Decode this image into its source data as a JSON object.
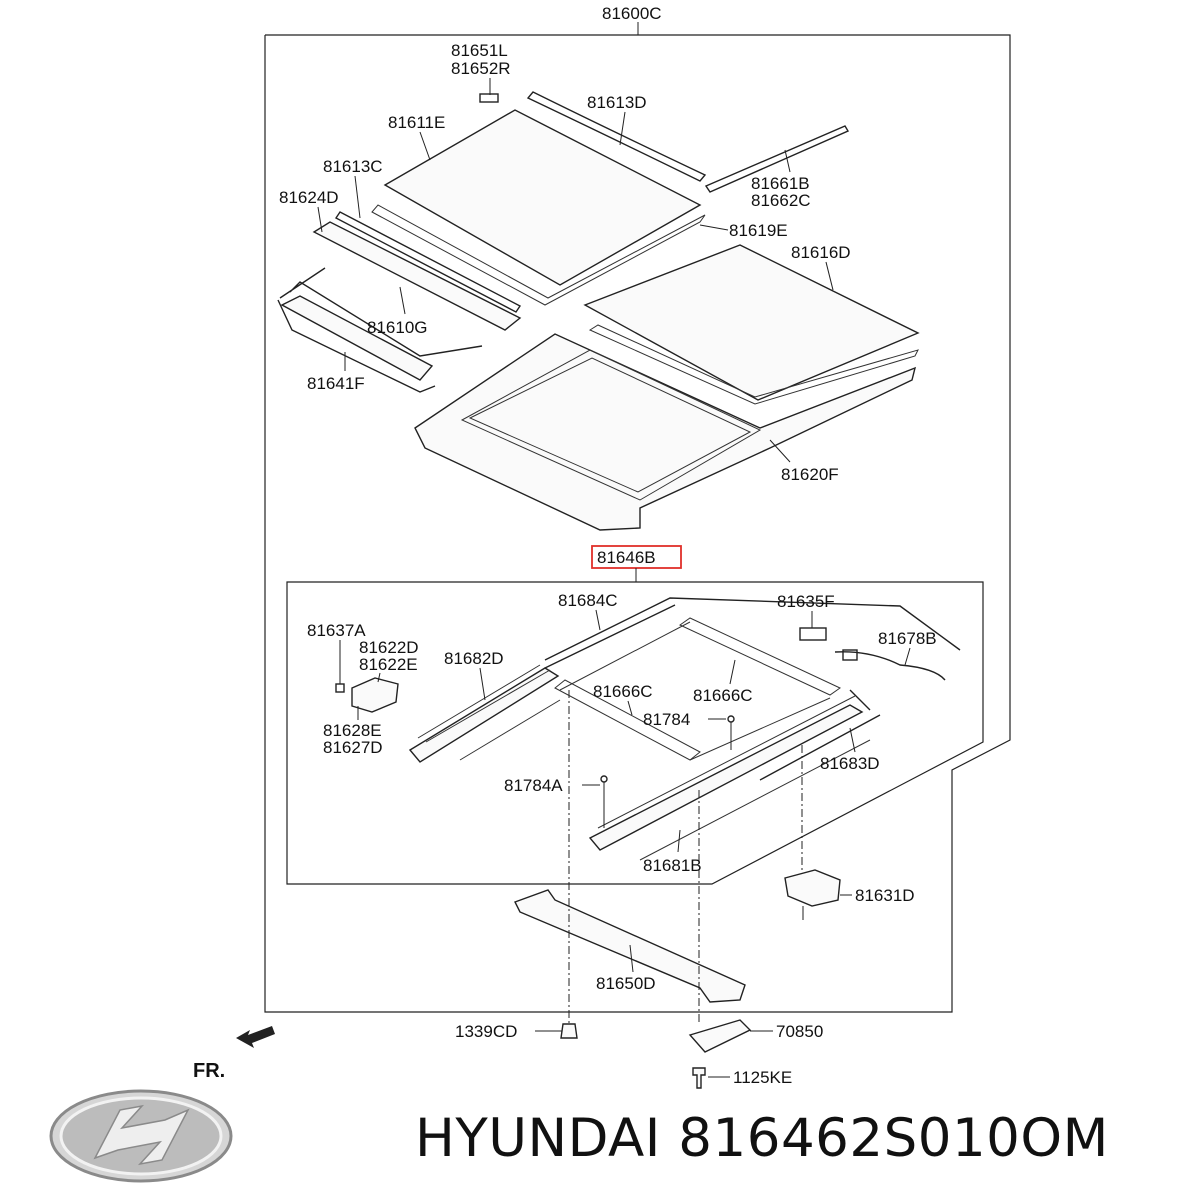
{
  "assembly_label": "81600C",
  "highlight_label": "81646B",
  "part_labels": {
    "p81651L": "81651L",
    "p81652R": "81652R",
    "p81613D": "81613D",
    "p81611E": "81611E",
    "p81613C": "81613C",
    "p81661B": "81661B",
    "p81662C": "81662C",
    "p81624D": "81624D",
    "p81619E": "81619E",
    "p81616D": "81616D",
    "p81610G": "81610G",
    "p81641F": "81641F",
    "p81620F": "81620F",
    "p81684C": "81684C",
    "p81635F": "81635F",
    "p81637A": "81637A",
    "p81622D": "81622D",
    "p81622E": "81622E",
    "p81682D": "81682D",
    "p81678B": "81678B",
    "p81666C_a": "81666C",
    "p81666C_b": "81666C",
    "p81784": "81784",
    "p81628E": "81628E",
    "p81627D": "81627D",
    "p81683D": "81683D",
    "p81784A": "81784A",
    "p81681B": "81681B",
    "p81631D": "81631D",
    "p81650D": "81650D",
    "p1339CD": "1339CD",
    "p70850": "70850",
    "p1125KE": "1125KE"
  },
  "direction_label": "FR.",
  "brand_text": "HYUNDAI 816462S010OM",
  "colors": {
    "highlight": "#e0302a",
    "ink": "#222222"
  }
}
